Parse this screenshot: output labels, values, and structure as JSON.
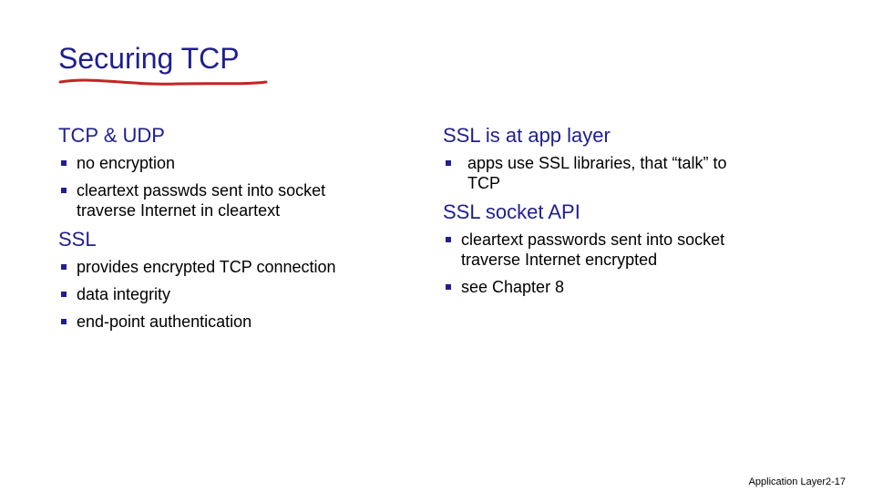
{
  "title": "Securing TCP",
  "left": {
    "section1": {
      "heading": "TCP & UDP",
      "items": [
        {
          "line1": "no encryption"
        },
        {
          "line1": "cleartext passwds sent into socket",
          "line2": "traverse Internet  in cleartext"
        }
      ]
    },
    "section2": {
      "heading": "SSL",
      "items": [
        {
          "line1": "provides encrypted TCP connection"
        },
        {
          "line1": "data integrity"
        },
        {
          "line1": "end-point authentication"
        }
      ]
    }
  },
  "right": {
    "section1": {
      "heading": "SSL is at app layer",
      "items": [
        {
          "line1": "apps use SSL libraries, that “talk” to",
          "line2": "TCP"
        }
      ]
    },
    "section2": {
      "heading": "SSL socket API",
      "items": [
        {
          "line1": "cleartext passwords sent into socket",
          "line2": "traverse Internet  encrypted"
        },
        {
          "line1": "see Chapter 8"
        }
      ]
    }
  },
  "footer": "Application Layer2-17",
  "colors": {
    "heading": "#1f1f8f",
    "underline": "#c42424",
    "bullet": "#1f1f8f"
  }
}
